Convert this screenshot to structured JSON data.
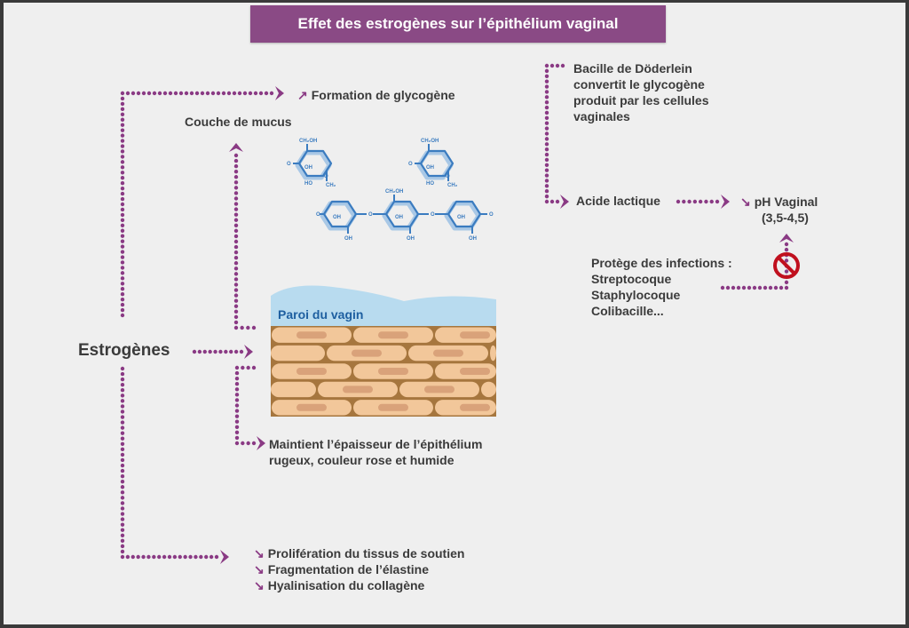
{
  "title": "Effet des estrogènes sur l’épithélium vaginal",
  "colors": {
    "accent": "#8a4a85",
    "dots": "#8a3a84",
    "text": "#3b3b3b",
    "molecule": "#3b7cc0",
    "mucus": "#b8dbef",
    "cells": "#f2c79a",
    "nucleus": "#d9a27a",
    "forbidden": "#c0101e"
  },
  "center": {
    "label": "Estrogènes"
  },
  "effects": {
    "glycogen": {
      "symbol": "↗",
      "label": "Formation de glycogène"
    },
    "mucus": {
      "label": "Couche de mucus"
    },
    "wall": {
      "label": "Paroi du vagin"
    },
    "epithelium": {
      "lines": [
        "Maintient l’épaisseur de l’épithélium",
        "rugeux, couleur rose et humide"
      ]
    },
    "tissue": {
      "items": [
        {
          "symbol": "↘",
          "label": "Prolifération du tissus de soutien"
        },
        {
          "symbol": "↘",
          "label": "Fragmentation de l’élastine"
        },
        {
          "symbol": "↘",
          "label": "Hyalinisation du collagène"
        }
      ]
    }
  },
  "bacteria": {
    "lines": [
      "Bacille de Döderlein",
      "convertit le glycogène",
      "produit par les cellules",
      "vaginales"
    ]
  },
  "lactic": {
    "label": "Acide lactique"
  },
  "ph": {
    "symbol": "↘",
    "label": "pH Vaginal",
    "range": "(3,5-4,5)"
  },
  "protection": {
    "lines": [
      "Protège des infections :",
      "Streptocoque",
      "Staphylocoque",
      "Colibacille..."
    ]
  },
  "molecule": {
    "labels": {
      "ch2oh": "CH₂OH",
      "oh": "OH",
      "ho": "HO",
      "ch2": "CH₂",
      "o": "O"
    }
  }
}
